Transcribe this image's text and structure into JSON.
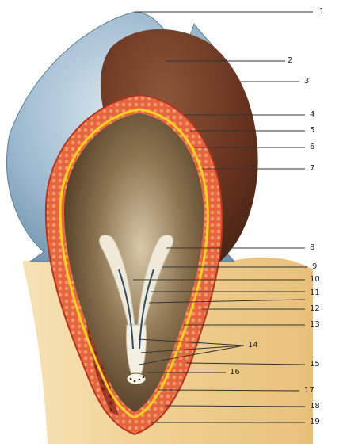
{
  "labels": [
    {
      "id": "l1",
      "text": "1"
    },
    {
      "id": "l2",
      "text": "2"
    },
    {
      "id": "l3",
      "text": "3"
    },
    {
      "id": "l4",
      "text": "4"
    },
    {
      "id": "l5",
      "text": "5"
    },
    {
      "id": "l6",
      "text": "6"
    },
    {
      "id": "l7",
      "text": "7"
    },
    {
      "id": "l8",
      "text": "8"
    },
    {
      "id": "l9",
      "text": "9"
    },
    {
      "id": "l10",
      "text": "10"
    },
    {
      "id": "l11",
      "text": "11"
    },
    {
      "id": "l12",
      "text": "12"
    },
    {
      "id": "l13",
      "text": "13"
    },
    {
      "id": "l14",
      "text": "14"
    },
    {
      "id": "l15",
      "text": "15"
    },
    {
      "id": "l16",
      "text": "16"
    },
    {
      "id": "l17",
      "text": "17"
    },
    {
      "id": "l18",
      "text": "18"
    },
    {
      "id": "l19",
      "text": "19"
    }
  ],
  "colors": {
    "blue_layer": "#8fb0c6",
    "brown_body": "#6e3a1f",
    "red_wall": "#e0583a",
    "yellow_line": "#f5d21c",
    "inner_dark": "#5a4228",
    "stalk": "#f3d59b",
    "leader": "#333333"
  }
}
